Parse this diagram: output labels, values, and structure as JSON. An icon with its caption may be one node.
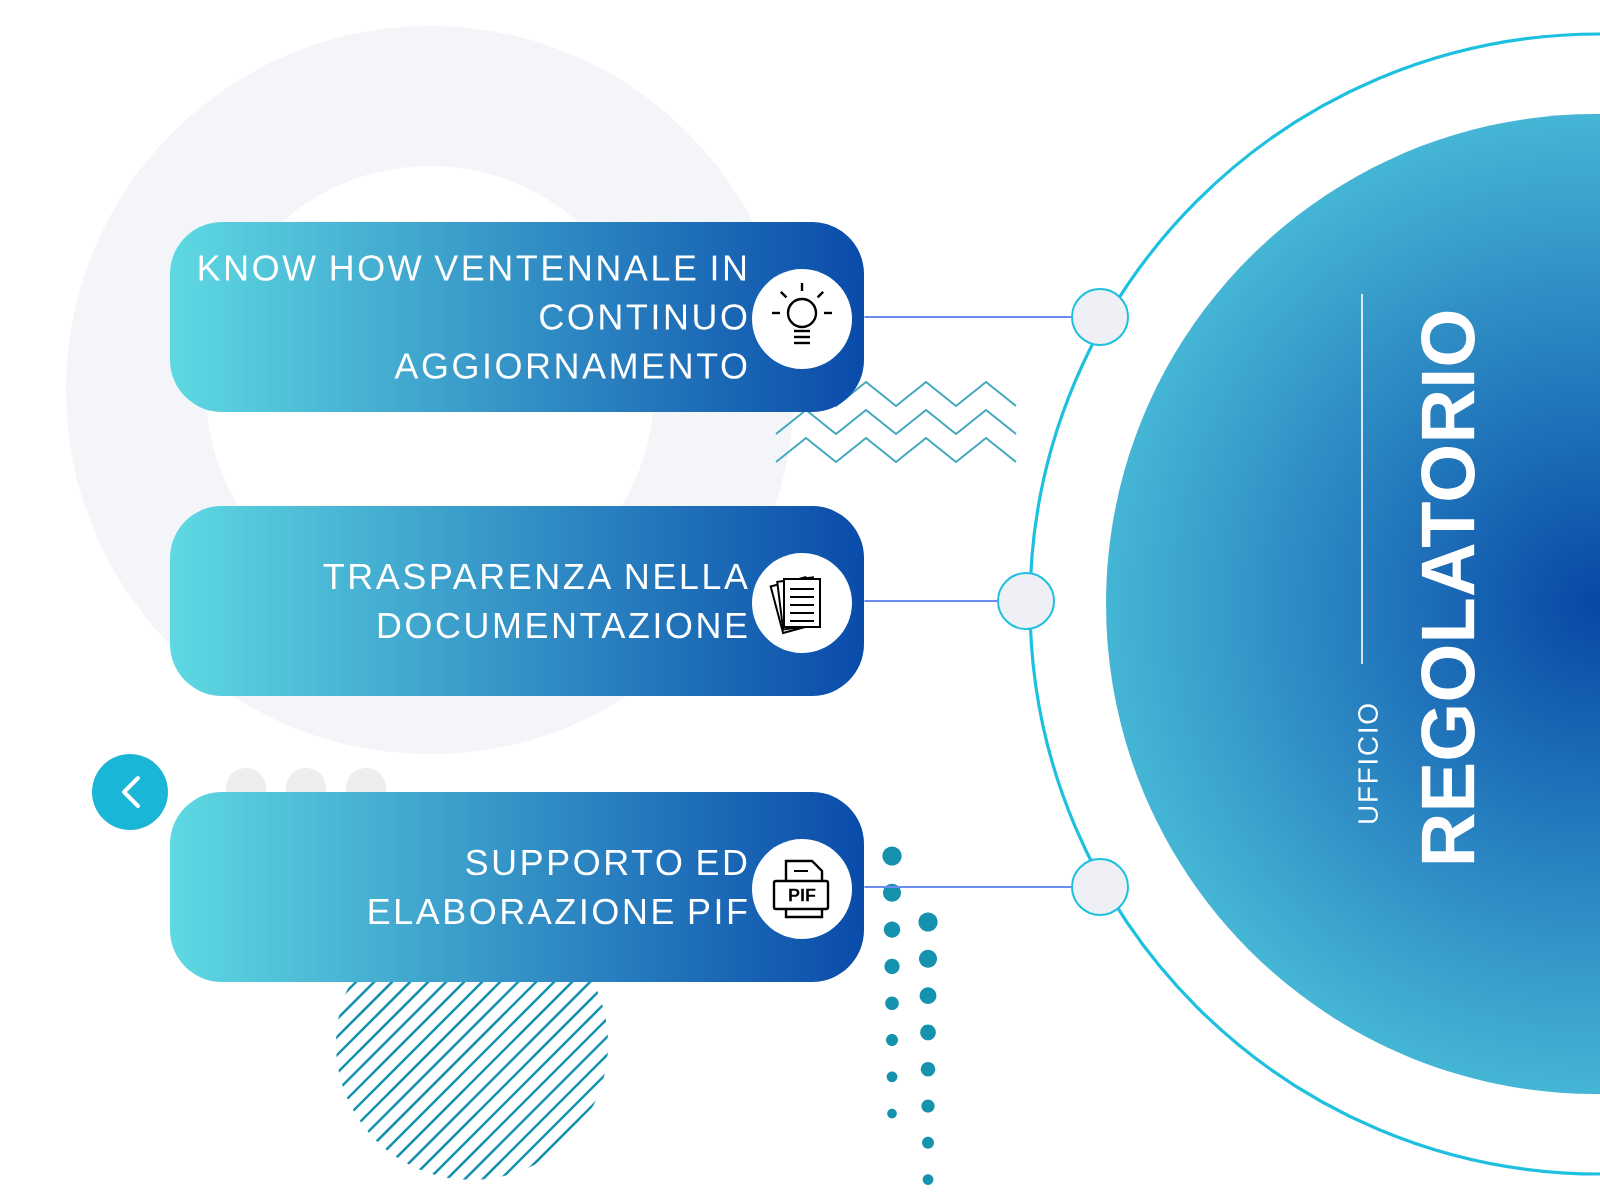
{
  "diagram": {
    "nodes": [
      {
        "text": [
          "UFFICIO",
          "REGOLATORIO"
        ]
      },
      {
        "text": [
          "KNOW HOW VENTENNALE IN CONTINUO AGGIORNAMENTO"
        ]
      },
      {
        "text": [
          "TRASPARENZA NELLA DOCUMENTAZIONE"
        ]
      },
      {
        "text": [
          "SUPPORTO ED ELABORAZIONE PIF"
        ]
      },
      {
        "text": [],
        "shape": "circle"
      },
      {
        "text": [],
        "shape": "circle"
      },
      {
        "text": [],
        "shape": "circle"
      }
    ],
    "edges": [
      {
        "from": 1,
        "to": 4,
        "arrow": "none"
      },
      {
        "from": 2,
        "to": 5,
        "arrow": "none"
      },
      {
        "from": 3,
        "to": 6,
        "arrow": "none"
      }
    ],
    "labels": [
      "PIF"
    ]
  }
}
